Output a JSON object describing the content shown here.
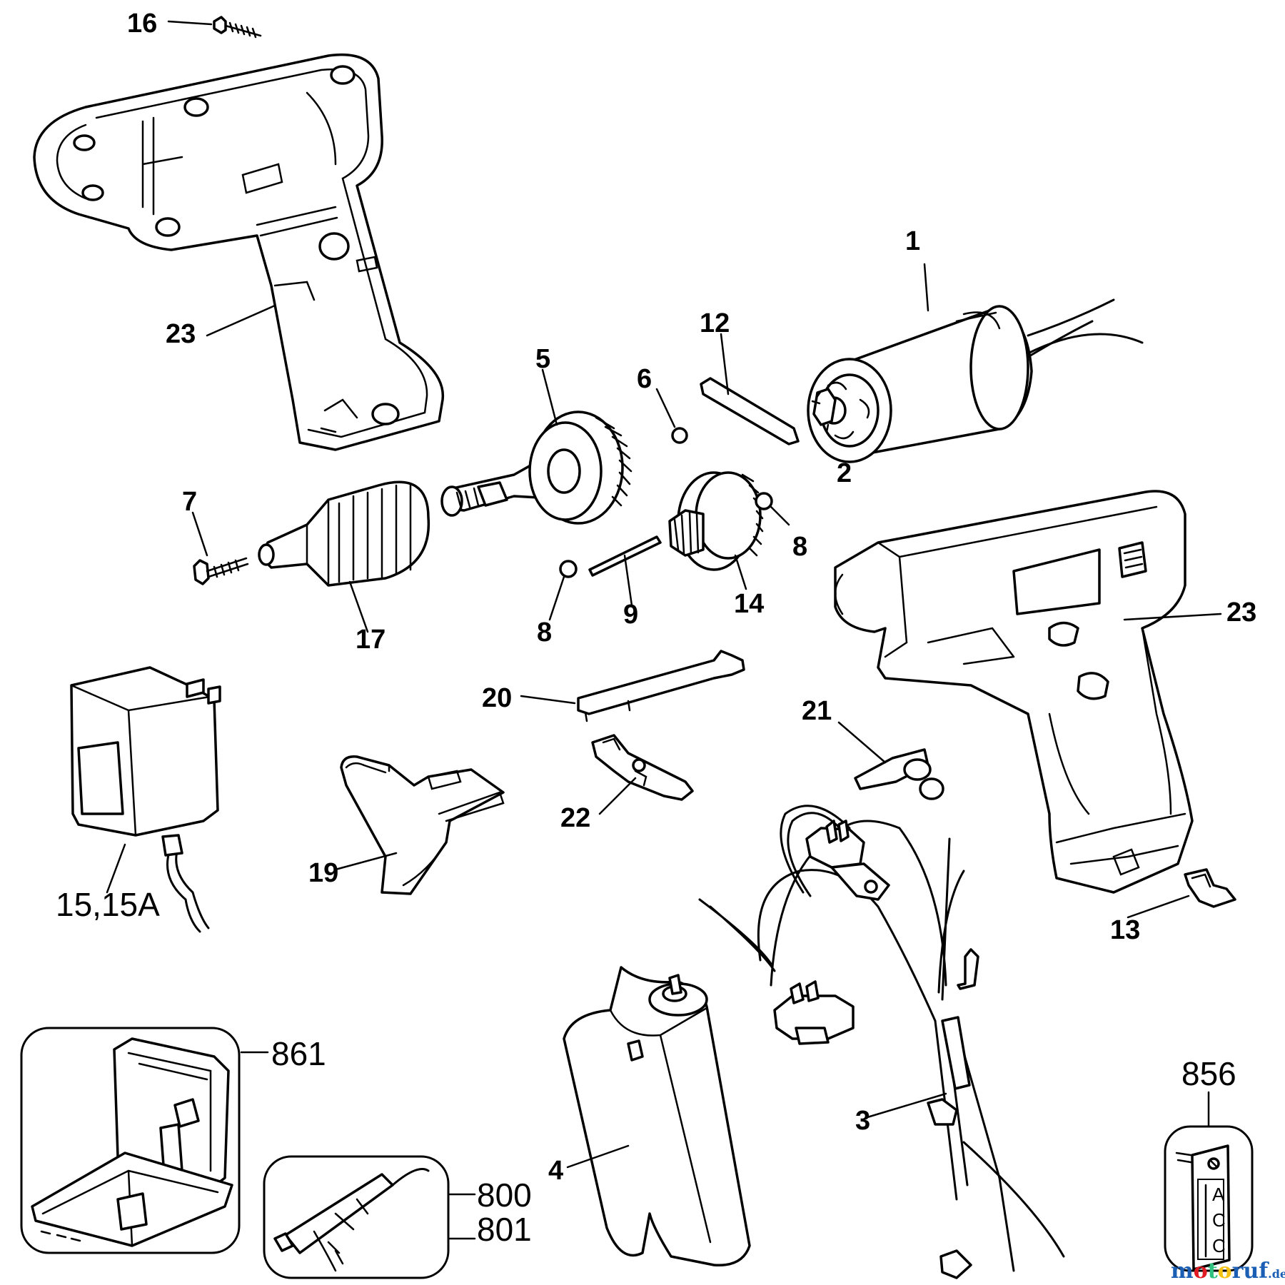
{
  "diagram": {
    "callouts": {
      "p1": "1",
      "p2": "2",
      "p3": "3",
      "p4": "4",
      "p5": "5",
      "p6": "6",
      "p7": "7",
      "p8a": "8",
      "p8b": "8",
      "p9": "9",
      "p12": "12",
      "p13": "13",
      "p14": "14",
      "p15": "15,15A",
      "p16": "16",
      "p17": "17",
      "p19": "19",
      "p20": "20",
      "p21": "21",
      "p22": "22",
      "p23a": "23",
      "p23b": "23",
      "p856": "856",
      "p800": "800",
      "p801": "801",
      "p861": "861"
    },
    "tag_text": [
      "A",
      "C",
      "C"
    ],
    "watermark": {
      "main": "motoruf",
      "suffix": ".de"
    },
    "colors": {
      "watermark_m": "#1a5fb4",
      "watermark_o": "#e01b24",
      "watermark_t": "#2ec27e",
      "watermark_o2": "#f5c211",
      "watermark_rest": "#1a5fb4"
    }
  }
}
